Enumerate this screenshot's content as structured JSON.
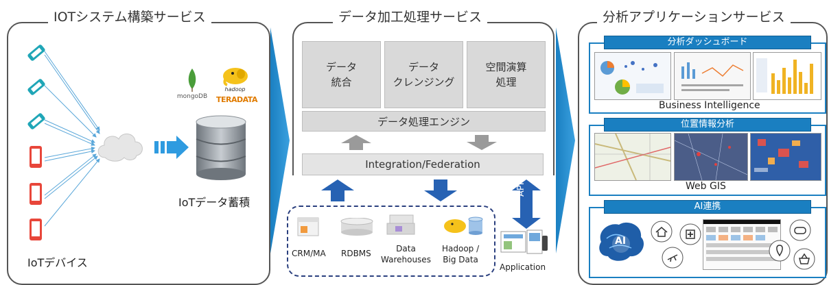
{
  "sections": {
    "iot": {
      "title": "IOTシステム構築サービス",
      "device_label": "IoTデバイス",
      "storage_label": "IoTデータ蓄積",
      "logos": {
        "mongodb": "mongoDB",
        "hadoop": "hadoop",
        "teradata": "TERADATA"
      }
    },
    "processing": {
      "title": "データ加工処理サービス",
      "boxes": [
        "データ\n統合",
        "データ\nクレンジング",
        "空間演算\n処理"
      ],
      "engine_label": "データ処理エンジン",
      "integration_label": "Integration/Federation",
      "api_label": "API",
      "sources": [
        "CRM/MA",
        "RDBMS",
        "Data\nWarehouses",
        "Hadoop /\nBig Data"
      ],
      "application_label": "Application"
    },
    "analytics": {
      "title": "分析アプリケーションサービス",
      "panels": [
        {
          "header": "分析ダッシュボード",
          "caption": "Business Intelligence"
        },
        {
          "header": "位置情報分析",
          "caption": "Web GIS"
        },
        {
          "header": "AI連携",
          "caption": ""
        }
      ],
      "ai_badge": "AI"
    }
  },
  "colors": {
    "accent_blue": "#1a7fc1",
    "device_teal": "#1fa6b7",
    "device_red": "#e8463a",
    "arrow_gray": "#9a9a9a",
    "box_gray": "#d9d9d9",
    "storage_gray": "#8a9096"
  }
}
